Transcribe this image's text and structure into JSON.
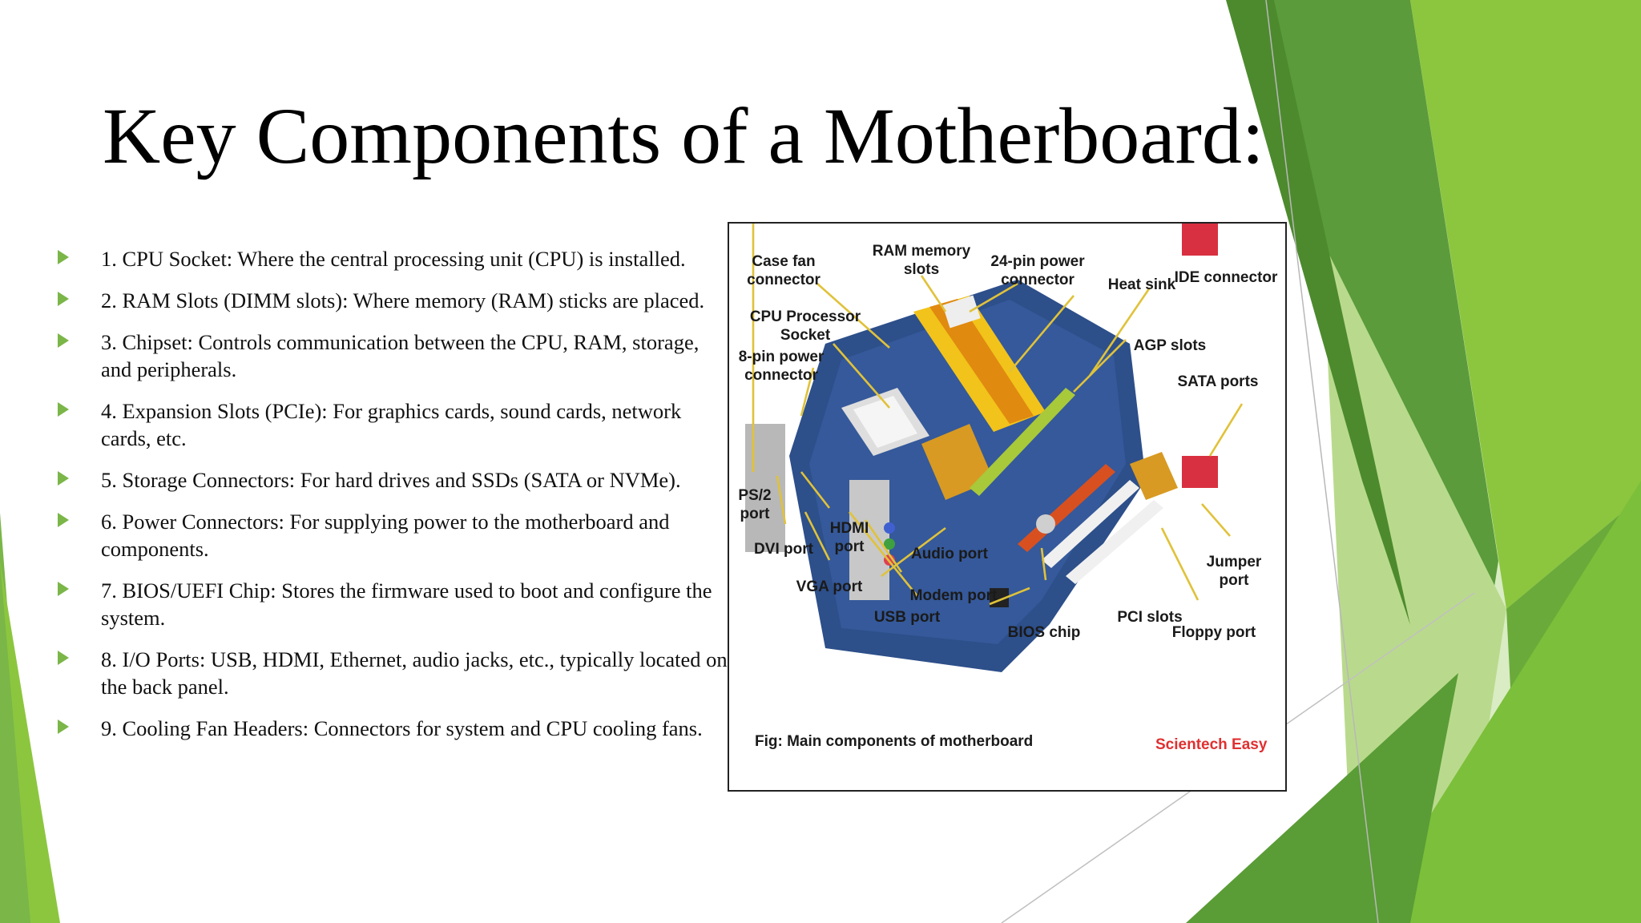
{
  "slide": {
    "title": "Key Components of a Motherboard:",
    "bullets": [
      "1. CPU Socket: Where the central processing unit (CPU) is installed.",
      "2. RAM Slots (DIMM slots): Where memory (RAM) sticks are placed.",
      "3. Chipset: Controls communication between the CPU, RAM, storage, and peripherals.",
      "4. Expansion Slots (PCIe): For graphics cards, sound cards, network cards, etc.",
      "5. Storage Connectors: For hard drives and SSDs (SATA or NVMe).",
      "6. Power Connectors: For supplying power to the motherboard and components.",
      "7. BIOS/UEFI Chip: Stores the firmware used to boot and configure the system.",
      "8. I/O Ports: USB, HDMI, Ethernet, audio jacks, etc., typically located on the back panel.",
      "9. Cooling Fan Headers: Connectors for system and CPU cooling fans."
    ]
  },
  "figure": {
    "labels": {
      "case_fan_1": "Case fan",
      "case_fan_2": "connector",
      "ram_1": "RAM memory",
      "ram_2": "slots",
      "power24_1": "24-pin power",
      "power24_2": "connector",
      "heat_sink": "Heat sink",
      "ide": "IDE connector",
      "cpu_socket_1": "CPU Processor",
      "cpu_socket_2": "Socket",
      "agp": "AGP slots",
      "power8_1": "8-pin power",
      "power8_2": "connector",
      "sata": "SATA ports",
      "ps2_1": "PS/2",
      "ps2_2": "port",
      "hdmi_1": "HDMI",
      "hdmi_2": "port",
      "dvi": "DVI port",
      "audio": "Audio port",
      "jumper_1": "Jumper",
      "jumper_2": "port",
      "vga": "VGA port",
      "modem": "Modem port",
      "usb": "USB port",
      "pci": "PCI slots",
      "bios": "BIOS chip",
      "floppy": "Floppy port"
    },
    "caption": "Fig: Main components of motherboard",
    "credit": "Scientech Easy",
    "colors": {
      "arrow": "#e0c23a",
      "credit": "#e03030",
      "board": "#2d4f8a"
    }
  },
  "theme": {
    "accent": "#7ab648",
    "dark_green": "#3f8a2e",
    "light_green": "#c9e3a6"
  }
}
